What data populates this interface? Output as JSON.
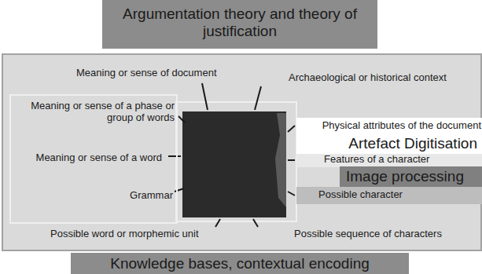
{
  "diagram": {
    "nodes": [
      {
        "text": [
          "Argumentation theory and theory of justification"
        ]
      },
      {
        "text": [
          "Meaning or sense of document",
          "Archaeological or historical context",
          "Possible word or morphemic unit",
          "Possible sequence of characters"
        ]
      },
      {
        "text": [
          "Meaning or sense of a phase or group of words",
          "Meaning or sense of a word",
          "Grammar"
        ],
        "in": 1
      },
      {
        "text": [
          "Physical attributes of the document",
          "Artefact Digitisation"
        ],
        "in": 1
      },
      {
        "text": [
          "Features of a character"
        ],
        "in": 1
      },
      {
        "text": [
          "Image processing"
        ],
        "in": 1
      },
      {
        "text": [
          "Possible character"
        ],
        "in": 1
      },
      {
        "text": [
          "Knowledge bases, contextual encoding"
        ]
      }
    ]
  }
}
